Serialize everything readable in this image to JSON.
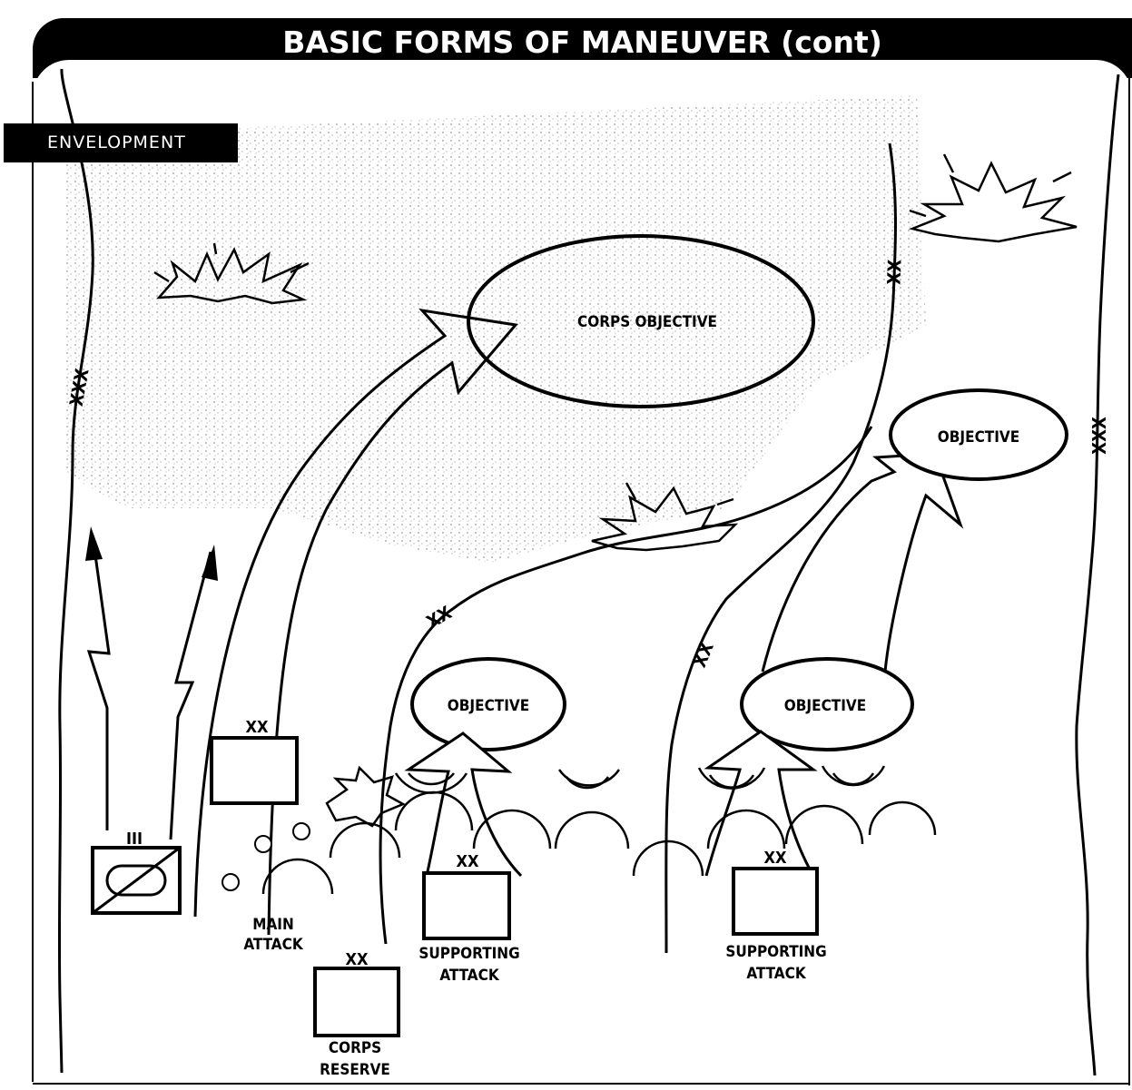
{
  "title": "BASIC FORMS OF MANEUVER (cont)",
  "section_tab": "ENVELOPMENT",
  "objectives": {
    "corps": "CORPS OBJECTIVE",
    "right": "OBJECTIVE",
    "center": "OBJECTIVE",
    "right_lower": "OBJECTIVE"
  },
  "boundaries": {
    "corps_left": "XXX",
    "corps_right": "XXX",
    "division_upper": "XX",
    "division_center": "XX",
    "division_right": "XX"
  },
  "units": {
    "main_attack": {
      "echelon": "XX",
      "label_line1": "MAIN",
      "label_line2": "ATTACK"
    },
    "supporting_attack_1": {
      "echelon": "XX",
      "label_line1": "SUPPORTING",
      "label_line2": "ATTACK"
    },
    "supporting_attack_2": {
      "echelon": "XX",
      "label_line1": "SUPPORTING",
      "label_line2": "ATTACK"
    },
    "corps_reserve": {
      "echelon": "XX",
      "label_line1": "CORPS",
      "label_line2": "RESERVE"
    },
    "cavalry": {
      "echelon": "III"
    }
  }
}
